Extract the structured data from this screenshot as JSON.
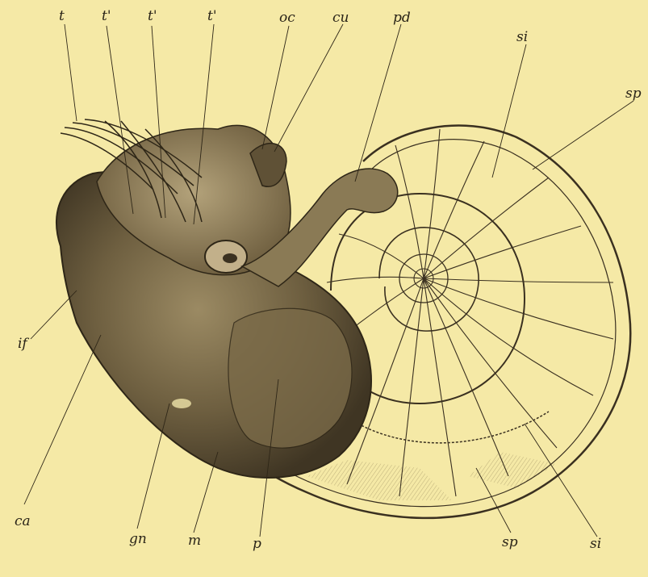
{
  "figure": {
    "labels": {
      "t": "t",
      "t1": "t'",
      "t2": "t'",
      "t3": "t'",
      "oc": "oc",
      "cu": "cu",
      "pd": "pd",
      "si_top": "si",
      "sp_top": "sp",
      "if": "if",
      "ca": "ca",
      "gn": "gn",
      "m": "m",
      "p": "p",
      "sp_bottom": "sp",
      "si_bottom": "si"
    }
  }
}
